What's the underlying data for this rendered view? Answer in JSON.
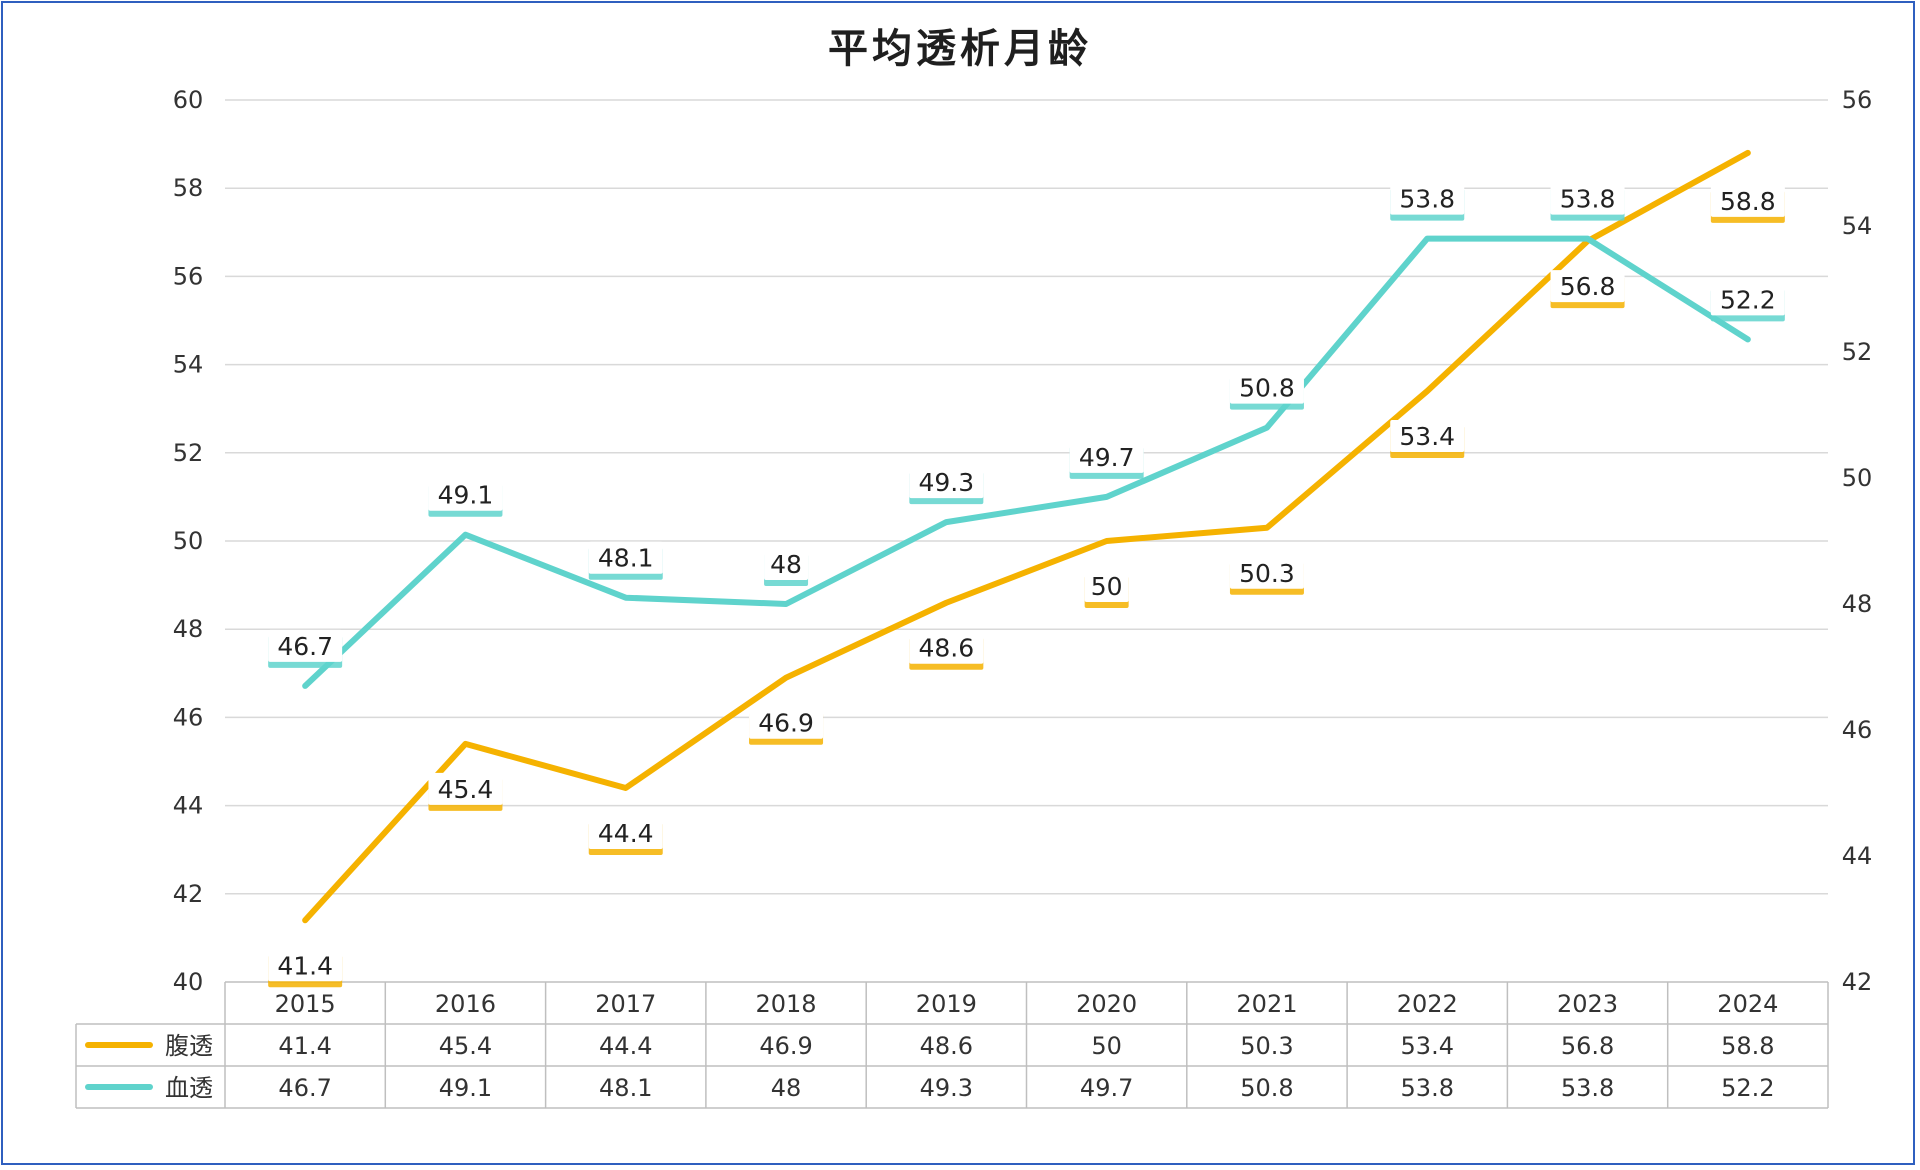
{
  "chart_data": {
    "type": "line",
    "title": "平均透析月龄",
    "categories": [
      "2015",
      "2016",
      "2017",
      "2018",
      "2019",
      "2020",
      "2021",
      "2022",
      "2023",
      "2024"
    ],
    "series": [
      {
        "name": "腹透",
        "axis": "left",
        "color": "#f5b200",
        "values": [
          41.4,
          45.4,
          44.4,
          46.9,
          48.6,
          50,
          50.3,
          53.4,
          56.8,
          58.8
        ]
      },
      {
        "name": "血透",
        "axis": "right",
        "color": "#5fd3cc",
        "values": [
          46.7,
          49.1,
          48.1,
          48,
          49.3,
          49.7,
          50.8,
          53.8,
          53.8,
          52.2
        ]
      }
    ],
    "left_axis": {
      "min": 40,
      "max": 60,
      "step": 2,
      "ticks": [
        "40",
        "42",
        "44",
        "46",
        "48",
        "50",
        "52",
        "54",
        "56",
        "58",
        "60"
      ]
    },
    "right_axis": {
      "min": 42,
      "max": 56,
      "step": 2,
      "ticks": [
        "42",
        "44",
        "46",
        "48",
        "50",
        "52",
        "54",
        "56"
      ]
    },
    "grid": true,
    "legend": "data-table-bottom",
    "data_table": true
  }
}
